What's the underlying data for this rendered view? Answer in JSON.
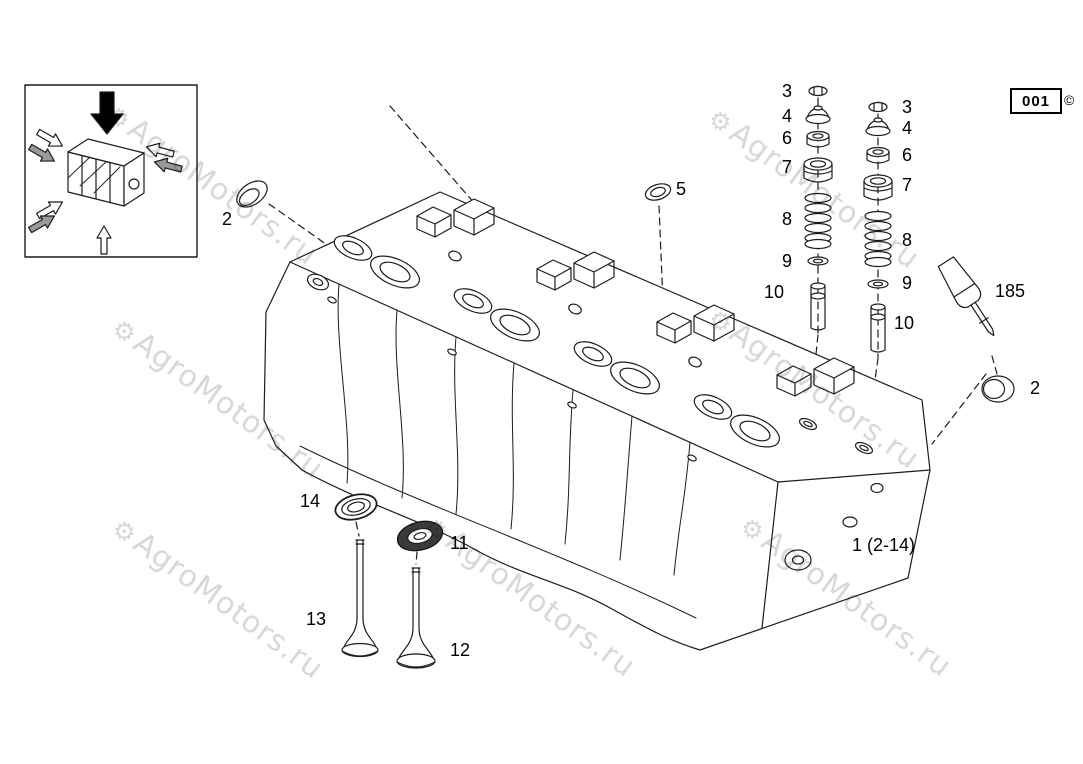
{
  "meta": {
    "sheet_code": "001",
    "copyright_symbol": "©"
  },
  "watermark": {
    "text": "AgroMotors.ru",
    "gear_glyph": "⚙",
    "color": "#d8d8d8"
  },
  "assembly": {
    "label": "1 (2-14)"
  },
  "callouts": {
    "plug_top_left": "2",
    "plug_right": "2",
    "seal_ring_5": "5",
    "tool_185": "185",
    "valve_seal_14": "14",
    "valve_seal_11": "11",
    "valve_13": "13",
    "valve_12": "12",
    "stack_left": {
      "cotters": "3",
      "retainer": "4",
      "cap": "6",
      "rotator": "7",
      "spring": "8",
      "washer": "9",
      "guide": "10"
    },
    "stack_right": {
      "cotters": "3",
      "retainer": "4",
      "cap": "6",
      "rotator": "7",
      "spring": "8",
      "washer": "9",
      "guide": "10"
    }
  }
}
